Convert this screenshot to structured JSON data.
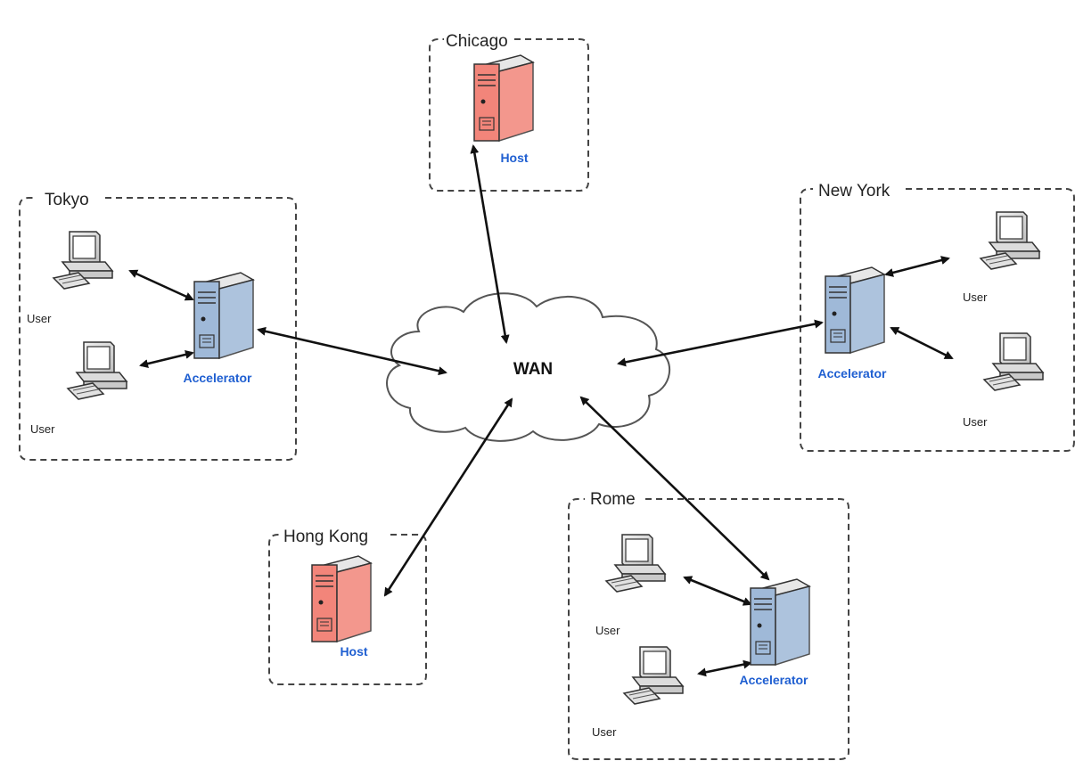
{
  "colors": {
    "host_fill": "#f2857a",
    "accelerator_fill": "#9fb9d8",
    "device_label_blue": "#1f5fd1",
    "cloud_fill": "#ffffff",
    "box_stroke": "#444444"
  },
  "wan": {
    "label": "WAN"
  },
  "sites": {
    "chicago": {
      "name": "Chicago",
      "host_label": "Host"
    },
    "tokyo": {
      "name": "Tokyo",
      "accelerator_label": "Accelerator",
      "user1_label": "User",
      "user2_label": "User"
    },
    "new_york": {
      "name": "New York",
      "accelerator_label": "Accelerator",
      "user1_label": "User",
      "user2_label": "User"
    },
    "hong_kong": {
      "name": "Hong Kong",
      "host_label": "Host"
    },
    "rome": {
      "name": "Rome",
      "accelerator_label": "Accelerator",
      "user1_label": "User",
      "user2_label": "User"
    }
  },
  "icons": {
    "server": "server-icon",
    "computer": "desktop-computer-icon",
    "cloud": "cloud-icon"
  }
}
